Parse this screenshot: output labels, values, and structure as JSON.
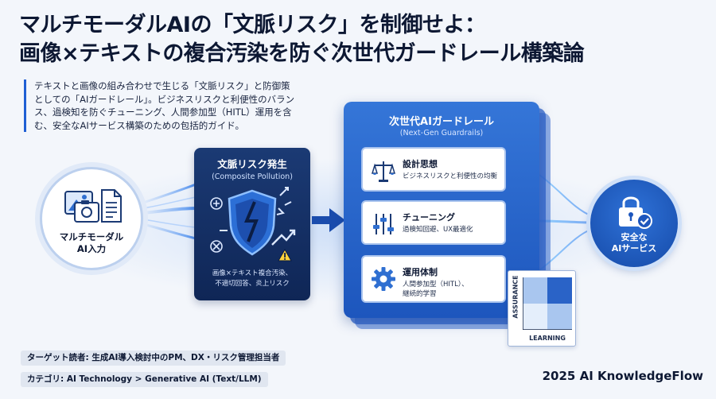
{
  "title": {
    "line1": "マルチモーダルAIの「文脈リスク」を制御せよ：",
    "line2": "画像×テキストの複合汚染を防ぐ次世代ガードレール構築論"
  },
  "intro": {
    "lines": [
      "テキストと画像の組み合わせで生じる「文脈リスク」と防御策",
      "としての「AIガードレール」。ビジネスリスクと利便性のバラン",
      "ス、過検知を防ぐチューニング、人間参加型（HITL）運用を含",
      "む、安全なAIサービス構築のための包括的ガイド。"
    ]
  },
  "input": {
    "line1": "マルチモーダル",
    "line2": "AI入力"
  },
  "pollution": {
    "title": "文脈リスク発生",
    "subtitle": "(Composite Pollution)",
    "desc1": "画像×テキスト複合汚染、",
    "desc2": "不適切回答、炎上リスク"
  },
  "guardrail": {
    "title": "次世代AIガードレール",
    "subtitle": "(Next-Gen Guardrails)",
    "cards": [
      {
        "title": "設計思想",
        "desc": "ビジネスリスクと利便性の均衡",
        "icon": "scale-icon"
      },
      {
        "title": "チューニング",
        "desc": "過検知回避、UX最適化",
        "icon": "sliders-icon"
      },
      {
        "title": "運用体制",
        "desc1": "人間参加型（HITL）、",
        "desc2": "継続的学習",
        "icon": "gear-icon"
      }
    ]
  },
  "mini_chart": {
    "ylabel": "ASSURANCE",
    "xlabel": "LEARNING"
  },
  "output": {
    "line1": "安全な",
    "line2": "AIサービス"
  },
  "tags": {
    "target": "ターゲット読者: 生成AI導入検討中のPM、DX・リスク管理担当者",
    "category": "カテゴリ: AI Technology > Generative AI (Text/LLM)"
  },
  "brand": "2025 AI KnowledgeFlow",
  "colors": {
    "accent": "#1f5fd4",
    "navy": "#0f2656",
    "panel": "#2a66cc"
  }
}
